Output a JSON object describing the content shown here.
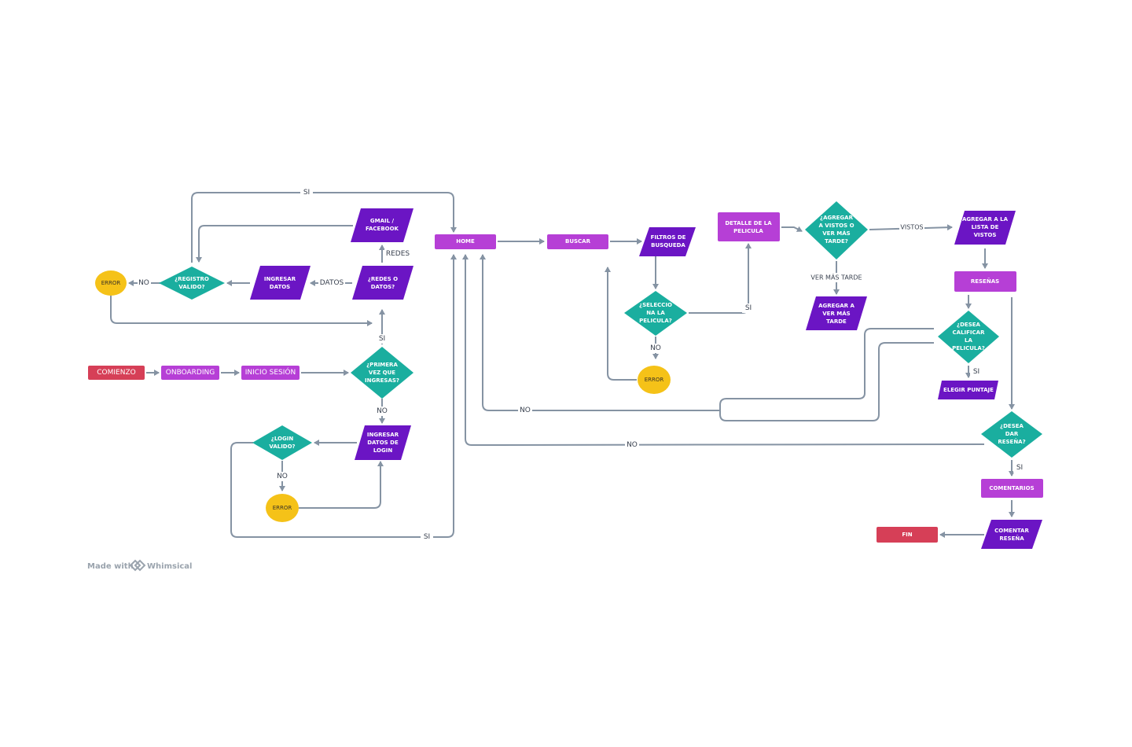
{
  "colors": {
    "terminal": "#d63f57",
    "process": "#b63fd6",
    "io": "#6b15c4",
    "decision": "#1aae9f",
    "error": "#f5c218",
    "connector": "#8593a3"
  },
  "nodes": {
    "comienzo": "COMIENZO",
    "onboarding": "ONBOARDING",
    "inicio_sesion": "INICIO SESIÓN",
    "primera_vez": [
      "¿PRIMERA",
      "VEZ QUE",
      "INGRESAS?"
    ],
    "redes_datos": [
      "¿REDES O",
      "DATOS?"
    ],
    "gmail_facebook": [
      "GMAIL /",
      "FACEBOOK"
    ],
    "ingresar_datos": [
      "INGRESAR",
      "DATOS"
    ],
    "registro_valido": [
      "¿REGISTRO",
      "VALIDO?"
    ],
    "error_registro": "ERROR",
    "ingresar_login": [
      "INGRESAR",
      "DATOS DE",
      "LOGIN"
    ],
    "login_valido": [
      "¿LOGIN",
      "VALIDO?"
    ],
    "error_login": "ERROR",
    "home": "HOME",
    "buscar": "BUSCAR",
    "filtros": [
      "FILTROS DE",
      "BUSQUEDA"
    ],
    "selecciona": [
      "¿SELECCIO",
      "NA LA",
      "PELICULA?"
    ],
    "error_busqueda": "ERROR",
    "detalle": [
      "DETALLE DE LA",
      "PELICULA"
    ],
    "agregar_decision": [
      "¿AGREGAR",
      "A VISTOS O",
      "VER MÁS",
      "TARDE?"
    ],
    "agregar_vistos": [
      "AGREGAR A LA",
      "LISTA DE",
      "VISTOS"
    ],
    "agregar_tarde": [
      "AGREGAR A",
      "VER MÁS",
      "TARDE"
    ],
    "resenas": "RESEÑAS",
    "calificar": [
      "¿DESEA",
      "CALIFICAR",
      "LA",
      "PELICULA?"
    ],
    "elegir_puntaje": "ELEGIR PUNTAJE",
    "dar_resena": [
      "¿DESEA",
      "DAR",
      "RESEÑA?"
    ],
    "comentarios": "COMENTARIOS",
    "comentar_resena": [
      "COMENTAR",
      "RESEÑA"
    ],
    "fin": "FIN"
  },
  "labels": {
    "si_top": "SI",
    "redes": "REDES",
    "datos": "DATOS",
    "no_registro": "NO",
    "si_primera": "SI",
    "no_primera": "NO",
    "no_login": "NO",
    "si_login": "SI",
    "no_seleccion": "NO",
    "si_seleccion": "SI",
    "vistos": "VISTOS",
    "ver_mas_tarde": "VER MÁS TARDE",
    "si_calificar": "SI",
    "no_calificar": "NO",
    "no_resena": "NO",
    "si_resena": "SI"
  },
  "watermark": {
    "made_with": "Made with",
    "brand": "Whimsical"
  }
}
